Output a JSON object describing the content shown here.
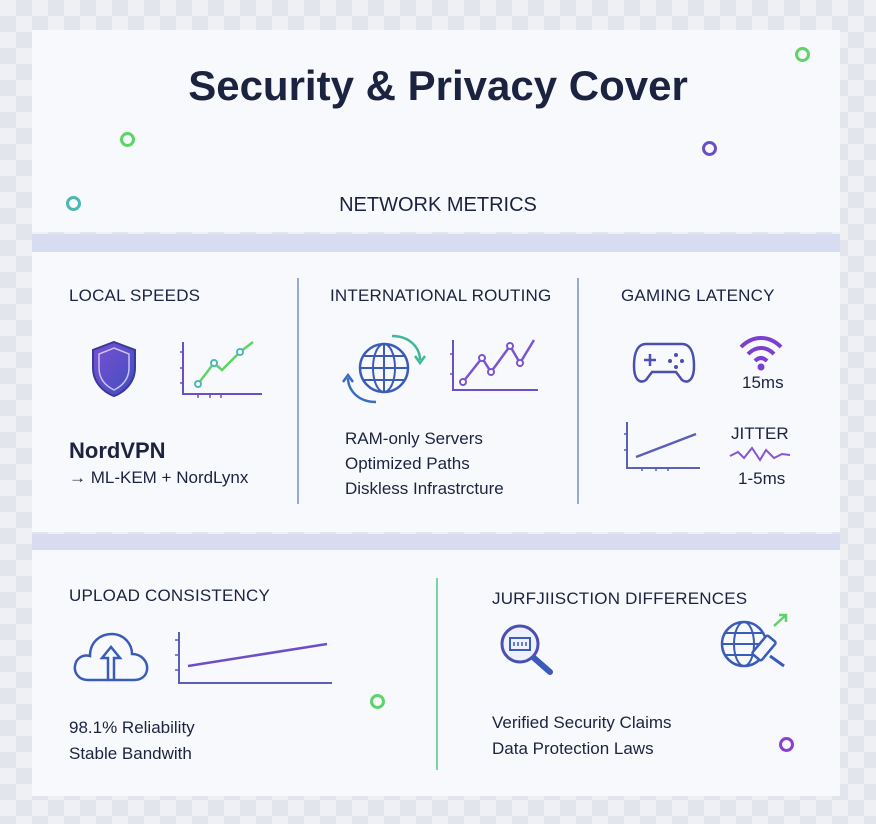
{
  "title": "Security & Privacy Cover",
  "subtitle": "NETWORK METRICS",
  "colors": {
    "accent_purple": "#6a4fc7",
    "accent_green": "#5fd36a",
    "accent_teal": "#4bb8b3",
    "text": "#1b2340"
  },
  "sections": {
    "local_speeds": {
      "heading": "LOCAL SPEEDS",
      "provider": "NordVPN",
      "protocol": "→ ML-KEM + NordLynx",
      "icons": [
        "shield-icon",
        "line-chart-icon"
      ]
    },
    "international_routing": {
      "heading": "INTERNATIONAL ROUTING",
      "features": [
        "RAM-only Servers",
        "Optimized Paths",
        "Diskless Infrastrcture"
      ],
      "icons": [
        "globe-refresh-icon",
        "line-chart-icon"
      ]
    },
    "gaming_latency": {
      "heading": "GAMING LATENCY",
      "latency": "15ms",
      "jitter_label": "JITTER",
      "jitter_value": "1-5ms",
      "icons": [
        "gamepad-icon",
        "wifi-icon",
        "line-chart-icon",
        "jitter-wave-icon"
      ]
    },
    "upload_consistency": {
      "heading": "UPLOAD CONSISTENCY",
      "reliability": "98.1% Reliability",
      "bandwidth": "Stable Bandwith",
      "icons": [
        "cloud-upload-icon",
        "line-chart-icon"
      ]
    },
    "jurisdiction": {
      "heading": "JURFJIISCTION DIFFERENCES",
      "items": [
        "Verified Security Claims",
        "Data Protection Laws"
      ],
      "icons": [
        "magnifier-icon",
        "globe-gavel-icon"
      ]
    }
  }
}
